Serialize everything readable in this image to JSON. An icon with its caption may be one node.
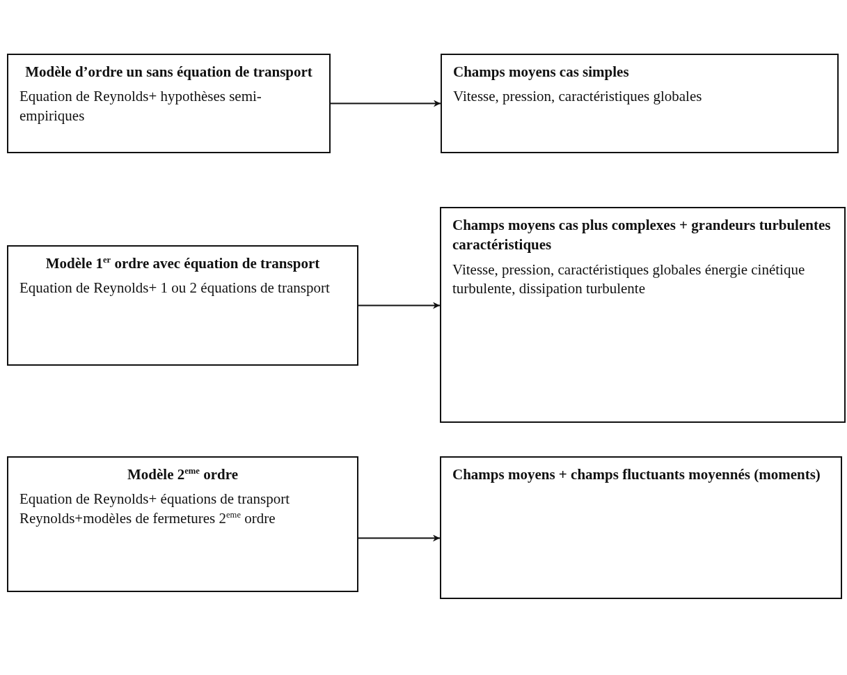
{
  "diagram": {
    "nodes": [
      {
        "text": [
          "Modèle d’ordre un sans équation de transport",
          "Equation de Reynolds+ hypothèses semi- empiriques"
        ]
      },
      {
        "text": [
          "Champs moyens cas simples",
          "Vitesse, pression, caractéristiques globales"
        ]
      },
      {
        "text": [
          "Modèle 1$^{er}$ ordre avec équation de transport",
          "Equation de Reynolds+ 1 ou 2 équations de transport"
        ]
      },
      {
        "text": [
          "Champs moyens cas plus complexes + grandeurs turbulentes caractéristiques",
          "Vitesse, pression, caractéristiques globales énergie cinétique turbulente, dissipation turbulente"
        ]
      },
      {
        "text": [
          "Modèle 2$^{eme}$ ordre",
          "Equation de Reynolds+ équations de transport Reynolds+modèles de fermetures 2$^{eme}$ ordre"
        ]
      },
      {
        "text": [
          "Champs moyens + champs fluctuants moyennés (moments)"
        ]
      }
    ],
    "edges": [
      {
        "from": 0,
        "to": 1,
        "arrow": "to"
      },
      {
        "from": 2,
        "to": 3,
        "arrow": "to"
      },
      {
        "from": 4,
        "to": 5,
        "arrow": "to"
      }
    ]
  }
}
